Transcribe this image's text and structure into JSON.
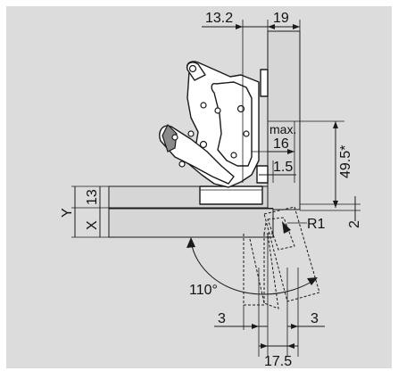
{
  "colors": {
    "background": "#dcdcdc",
    "border": "#ffffff",
    "part_fill": "#d6d6d6",
    "line": "#1a1a1a"
  },
  "dimensions": {
    "d_13_2": "13.2",
    "d_19": "19",
    "max_label": "max.",
    "d_16": "16",
    "d_1_5": "1.5",
    "d_49_5": "49.5*",
    "d_2": "2",
    "r1": "R1",
    "y_label": "Y",
    "d_13": "13",
    "x_label": "X",
    "angle_110": "110°",
    "d_3_left": "3",
    "d_3_right": "3",
    "d_17_5": "17.5"
  }
}
